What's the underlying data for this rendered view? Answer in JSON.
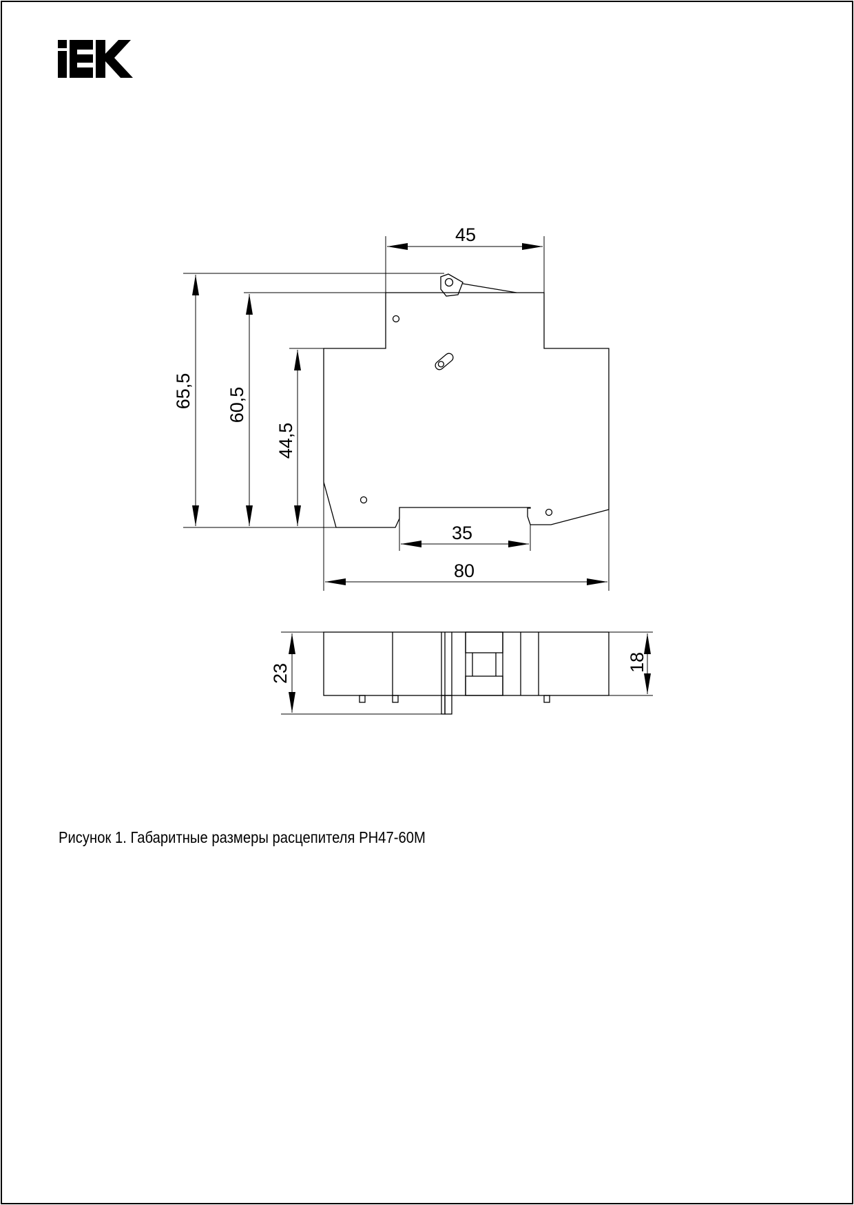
{
  "logo": {
    "text": "IEK"
  },
  "drawing": {
    "side_view": {
      "dims": {
        "top_width": "45",
        "total_height": "65,5",
        "height_60": "60,5",
        "body_height": "44,5",
        "rail_width": "35",
        "total_width": "80"
      }
    },
    "bottom_view": {
      "dims": {
        "total_depth": "23",
        "body_depth": "18"
      }
    }
  },
  "caption": "Рисунок 1. Габаритные размеры расцепителя РН47-60М"
}
